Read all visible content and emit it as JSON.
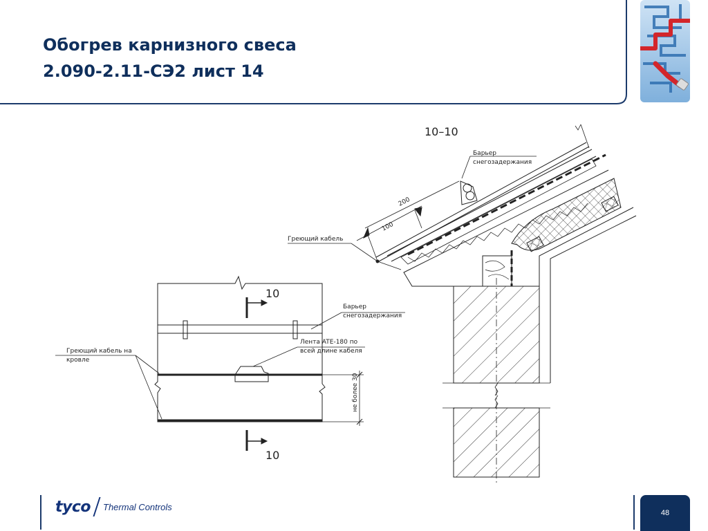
{
  "slide": {
    "title_line1": "Обогрев карнизного свеса",
    "title_line2": "2.090-2.11-СЭ2 лист 14",
    "page_number": "48"
  },
  "footer": {
    "brand": "tyco",
    "subtitle": "Thermal Controls"
  },
  "drawing": {
    "section_label": "10–10",
    "barrier_top_line1": "Барьер",
    "barrier_top_line2": "снегозадержания",
    "cable_label": "Греющий кабель",
    "dim_200": "200",
    "dim_100": "100",
    "cut_mark_top": "10",
    "cut_mark_bottom": "10",
    "barrier_plan_line1": "Барьер",
    "barrier_plan_line2": "снегозадержания",
    "tape_line1": "Лента ATE-180 по",
    "tape_line2": "всей длине кабеля",
    "roof_cable_line1": "Греющий кабель на",
    "roof_cable_line2": "кровле",
    "max_30": "не более 30"
  },
  "colors": {
    "title": "#0f2f5c",
    "accent_navy": "#0f2f5c",
    "frame_line": "#1b3a6b",
    "maze_blue": "#4a86c5",
    "maze_red": "#d3262b"
  }
}
